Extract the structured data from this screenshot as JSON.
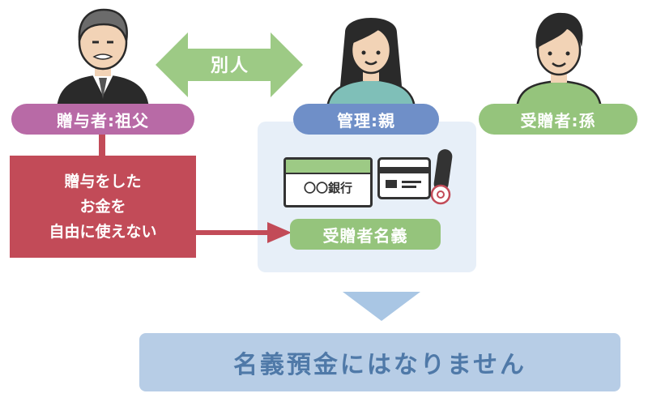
{
  "people": {
    "giver": {
      "label": "贈与者:祖父",
      "icon": "grandfather-icon",
      "color": "#b86aa6"
    },
    "manager": {
      "label": "管理:親",
      "icon": "parent-icon",
      "color": "#6f8fc8"
    },
    "receiver": {
      "label": "受贈者:孫",
      "icon": "grandchild-icon",
      "color": "#95c47c"
    }
  },
  "separate_label": "別人",
  "red_box": {
    "lines": [
      "贈与をした",
      "お金を",
      "自由に使えない"
    ],
    "color": "#c24b58"
  },
  "bank": {
    "name": "〇〇銀行",
    "account_label": "受贈者名義"
  },
  "conclusion": "名義預金にはなりません",
  "colors": {
    "arrow_green": "#9dca85",
    "panel_bg": "#e7eff8",
    "down_arrow": "#a9c6e4",
    "bottom_bg": "#b7cde6",
    "bottom_text": "#4f79a8"
  }
}
